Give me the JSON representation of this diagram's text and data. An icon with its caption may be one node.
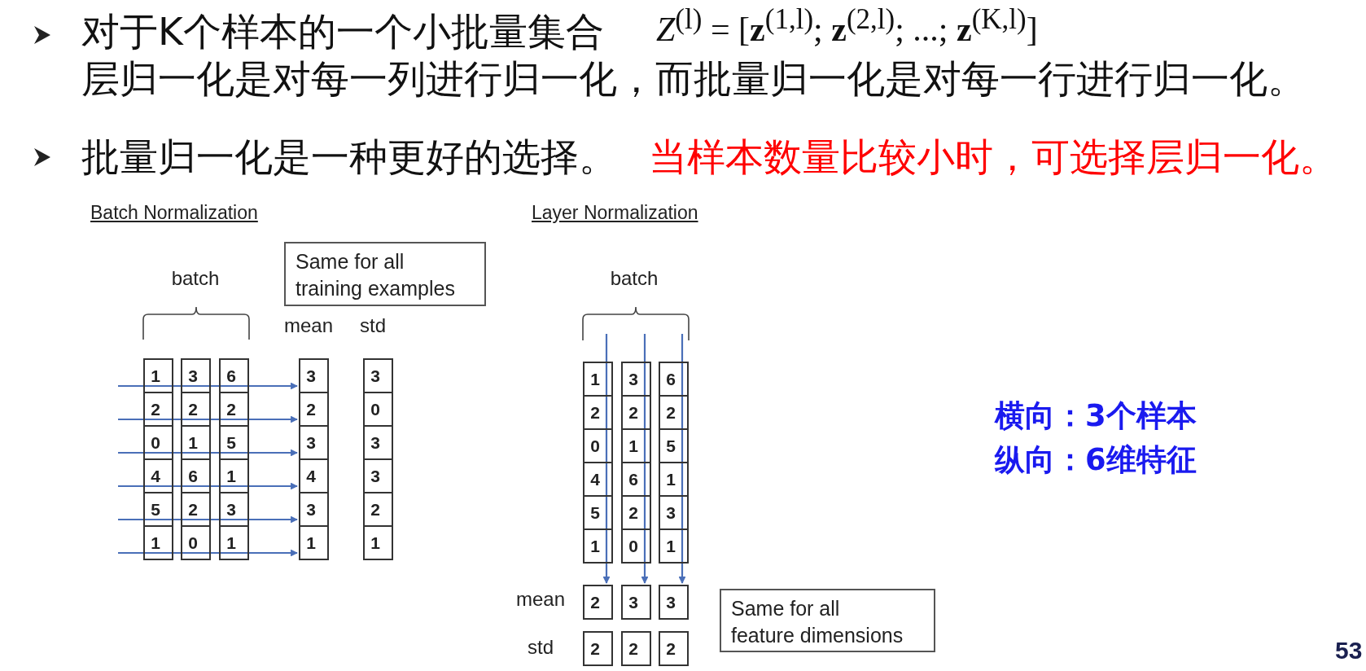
{
  "diagram": {
    "nodes": [
      {
        "text": [
          "Same for all training examples"
        ]
      },
      {
        "text": [
          "1"
        ]
      },
      {
        "text": [
          "3"
        ]
      },
      {
        "text": [
          "6"
        ]
      },
      {
        "text": [
          "2"
        ]
      },
      {
        "text": [
          "2"
        ]
      },
      {
        "text": [
          "2"
        ]
      },
      {
        "text": [
          "0"
        ]
      },
      {
        "text": [
          "1"
        ]
      },
      {
        "text": [
          "5"
        ]
      },
      {
        "text": [
          "4"
        ]
      },
      {
        "text": [
          "6"
        ]
      },
      {
        "text": [
          "1"
        ]
      },
      {
        "text": [
          "5"
        ]
      },
      {
        "text": [
          "2"
        ]
      },
      {
        "text": [
          "3"
        ]
      },
      {
        "text": [
          "1"
        ]
      },
      {
        "text": [
          "0"
        ]
      },
      {
        "text": [
          "1"
        ]
      },
      {
        "text": [
          "3"
        ]
      },
      {
        "text": [
          "2"
        ]
      },
      {
        "text": [
          "3"
        ]
      },
      {
        "text": [
          "4"
        ]
      },
      {
        "text": [
          "3"
        ]
      },
      {
        "text": [
          "1"
        ]
      },
      {
        "text": [
          "3"
        ]
      },
      {
        "text": [
          "0"
        ]
      },
      {
        "text": [
          "3"
        ]
      },
      {
        "text": [
          "3"
        ]
      },
      {
        "text": [
          "2"
        ]
      },
      {
        "text": [
          "1"
        ]
      },
      {
        "text": [
          "1"
        ]
      },
      {
        "text": [
          "3"
        ]
      },
      {
        "text": [
          "6"
        ]
      },
      {
        "text": [
          "2"
        ]
      },
      {
        "text": [
          "2"
        ]
      },
      {
        "text": [
          "2"
        ]
      },
      {
        "text": [
          "0"
        ]
      },
      {
        "text": [
          "1"
        ]
      },
      {
        "text": [
          "5"
        ]
      },
      {
        "text": [
          "4"
        ]
      },
      {
        "text": [
          "6"
        ]
      },
      {
        "text": [
          "1"
        ]
      },
      {
        "text": [
          "5"
        ]
      },
      {
        "text": [
          "2"
        ]
      },
      {
        "text": [
          "3"
        ]
      },
      {
        "text": [
          "1"
        ]
      },
      {
        "text": [
          "0"
        ]
      },
      {
        "text": [
          "1"
        ]
      },
      {
        "text": [
          "2"
        ]
      },
      {
        "text": [
          "3"
        ]
      },
      {
        "text": [
          "3"
        ]
      },
      {
        "text": [
          "2"
        ]
      },
      {
        "text": [
          "2"
        ]
      },
      {
        "text": [
          "2"
        ]
      },
      {
        "text": [
          "Same for all feature dimensions"
        ]
      }
    ],
    "edges": [
      {
        "from": null,
        "to": 19,
        "arrow": "to"
      },
      {
        "from": null,
        "to": 20,
        "arrow": "to"
      },
      {
        "from": null,
        "to": 21,
        "arrow": "to"
      },
      {
        "from": null,
        "to": 22,
        "arrow": "to"
      },
      {
        "from": null,
        "to": 23,
        "arrow": "to"
      },
      {
        "from": null,
        "to": 24,
        "arrow": "to"
      },
      {
        "from": null,
        "to": 49,
        "arrow": "to"
      },
      {
        "from": null,
        "to": 50,
        "arrow": "to"
      },
      {
        "from": null,
        "to": 51,
        "arrow": "to"
      }
    ],
    "labels": [
      "对于K个样本的一个小批量集合",
      "*Z*$^{(l)}$ = [**z**$^{(1,l)}$; **z**$^{(2,l)}$; ...; **z**$^{(K,l)}$]",
      "层归一化是对每一列进行归一化，而批量归一化是对每一行进行归一化。",
      "批量归一化是一种更好的选择。",
      "当样本数量比较小时，可选择层归一化。",
      "Batch Normalization",
      "batch",
      "mean",
      "std",
      "Layer Normalization",
      "batch",
      "mean",
      "std",
      "横向：3个样本",
      "纵向：6维特征",
      "53"
    ]
  }
}
